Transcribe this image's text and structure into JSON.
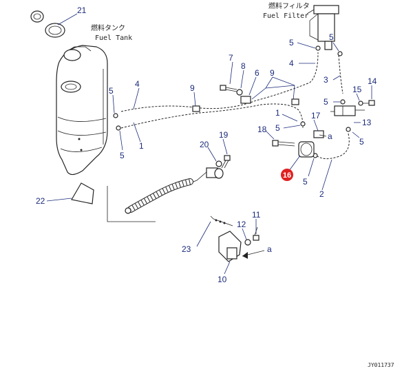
{
  "labels": {
    "fuel_tank_jp": "燃料タンク",
    "fuel_tank_en": "Fuel Tank",
    "fuel_filter_jp": "燃料フィルタ",
    "fuel_filter_en": "Fuel Filter",
    "ref_a1": "a",
    "ref_a2": "a",
    "drawing_code": "JY011737"
  },
  "callouts": {
    "c21": "21",
    "c5_top": "5",
    "c4_top": "4",
    "c3": "3",
    "c7": "7",
    "c8": "8",
    "c6": "6",
    "c9_top": "9",
    "c9_mid": "9",
    "c5_tank": "5",
    "c4_tank": "4",
    "c1_tank": "1",
    "c5_tank_low": "5",
    "c14": "14",
    "c15": "15",
    "c5_right": "5",
    "c1_right": "1",
    "c17": "17",
    "c18": "18",
    "c5_mid": "5",
    "c13": "13",
    "c5_far": "5",
    "c19": "19",
    "c20": "20",
    "c16": "16",
    "c5_low": "5",
    "c2": "2",
    "c22": "22",
    "c11": "11",
    "c12": "12",
    "c23": "23",
    "c10": "10"
  },
  "highlight": {
    "color": "#e02020",
    "callout": "16"
  }
}
